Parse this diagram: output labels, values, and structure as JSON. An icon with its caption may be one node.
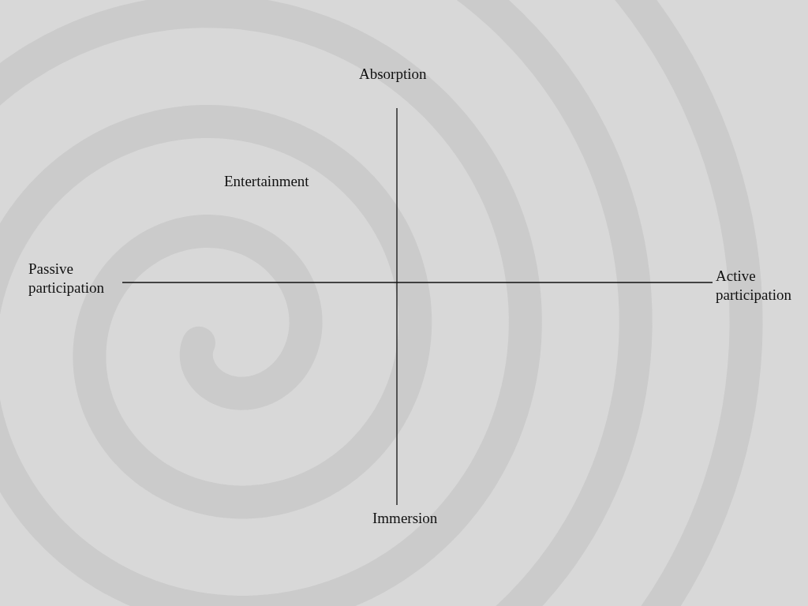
{
  "diagram": {
    "labels": [
      "Absorption",
      "Entertainment",
      "Passive participation",
      "Active participation",
      "Immersion"
    ]
  }
}
